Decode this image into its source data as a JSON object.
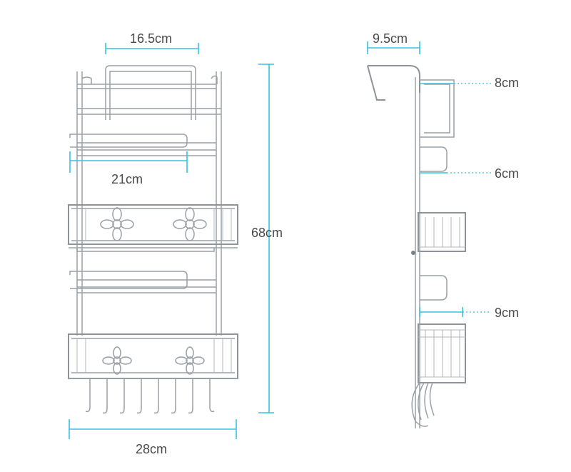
{
  "front_view": {
    "top_width": "16.5cm",
    "towel_bar_width": "21cm",
    "total_height": "68cm",
    "total_width": "28cm"
  },
  "side_view": {
    "hook_depth": "9.5cm",
    "top_shelf_depth": "8cm",
    "towel_bar_depth": "6cm",
    "basket_depth": "9cm"
  },
  "colors": {
    "dimension_line": "#35c3e0",
    "wire": "#9aa0a6",
    "label_text": "#4a4a4a"
  }
}
